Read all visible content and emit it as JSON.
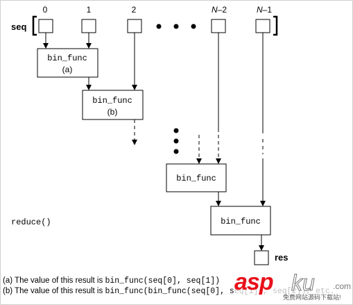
{
  "diagram": {
    "seq_label": "seq",
    "indices": [
      "0",
      "1",
      "2",
      "N",
      "–2",
      "N",
      "–1"
    ],
    "ellipsis": "● ● ●",
    "bin_func_label": "bin_func",
    "bin_func_a_tag": "(a)",
    "bin_func_b_tag": "(b)",
    "reduce_label": "reduce()",
    "res_label": "res"
  },
  "notes": {
    "a_prefix": "(a) The value of this result is ",
    "a_code": "bin_func(seq[0], seq[1])",
    "b_prefix": "(b) The value of this result is ",
    "b_code": "bin_func(bin_func(seq[0], seq[1]), seq[2]), etc."
  },
  "watermark": {
    "asp": "asp",
    "ku": "ku",
    "com": ".com",
    "sub": "免费网站源码下载站!"
  }
}
